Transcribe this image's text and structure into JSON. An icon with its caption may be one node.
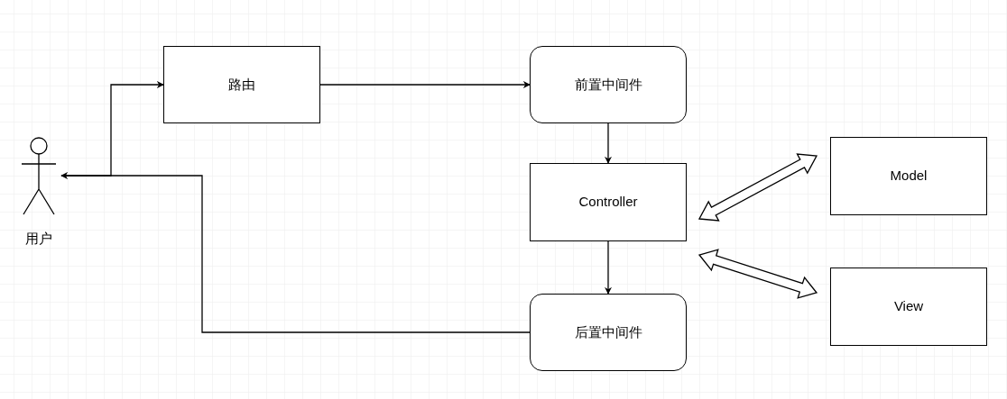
{
  "diagram": {
    "nodes": [
      {
        "text": [
          "用户"
        ]
      },
      {
        "text": [
          "路由"
        ]
      },
      {
        "text": [
          "前置中间件"
        ]
      },
      {
        "text": [
          "Controller"
        ]
      },
      {
        "text": [
          "后置中间件"
        ]
      },
      {
        "text": [
          "Model"
        ]
      },
      {
        "text": [
          "View"
        ]
      }
    ],
    "edges": [
      {
        "from": 0,
        "to": 1,
        "arrow": "to"
      },
      {
        "from": 1,
        "to": 2,
        "arrow": "to"
      },
      {
        "from": 2,
        "to": 3,
        "arrow": "to"
      },
      {
        "from": 3,
        "to": 4,
        "arrow": "to"
      },
      {
        "from": 4,
        "to": 0,
        "arrow": "to"
      },
      {
        "from": 3,
        "to": 5,
        "arrow": "both",
        "style": "thick"
      },
      {
        "from": 3,
        "to": 6,
        "arrow": "both",
        "style": "thick"
      }
    ]
  }
}
